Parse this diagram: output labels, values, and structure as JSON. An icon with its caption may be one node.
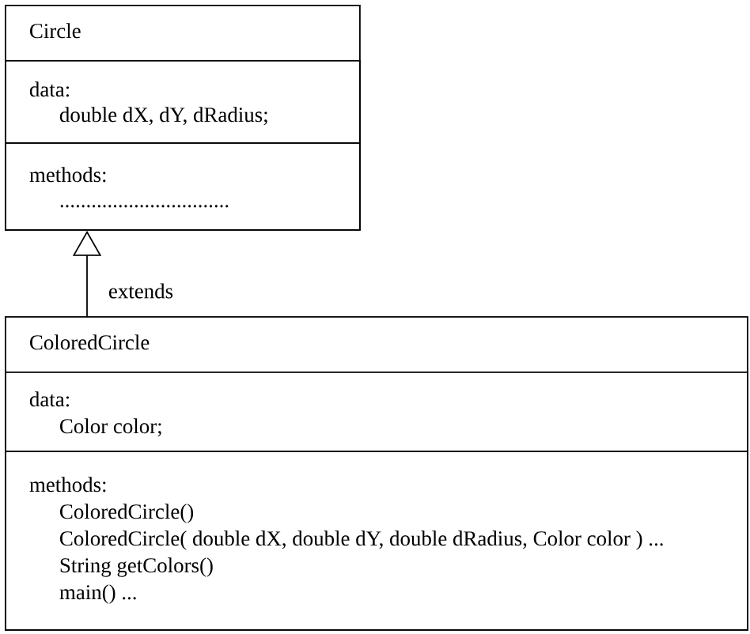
{
  "diagram": {
    "nodes": [
      {
        "text": [
          "Circle"
        ]
      },
      {
        "text": [
          "data:",
          "double dX, dY, dRadius;"
        ],
        "in": 0
      },
      {
        "text": [
          "methods:",
          "................................"
        ],
        "in": 0
      },
      {
        "text": [
          "ColoredCircle"
        ]
      },
      {
        "text": [
          "data:",
          "Color color;"
        ],
        "in": 3
      },
      {
        "text": [
          "methods:",
          "ColoredCircle()",
          "ColoredCircle( double dX, double dY, double dRadius, Color color ) ...",
          "String getColors()",
          "main() ..."
        ],
        "in": 3
      }
    ],
    "edges": [
      {
        "from": 3,
        "to": 0,
        "arrow": "to",
        "label": "extends"
      }
    ]
  }
}
